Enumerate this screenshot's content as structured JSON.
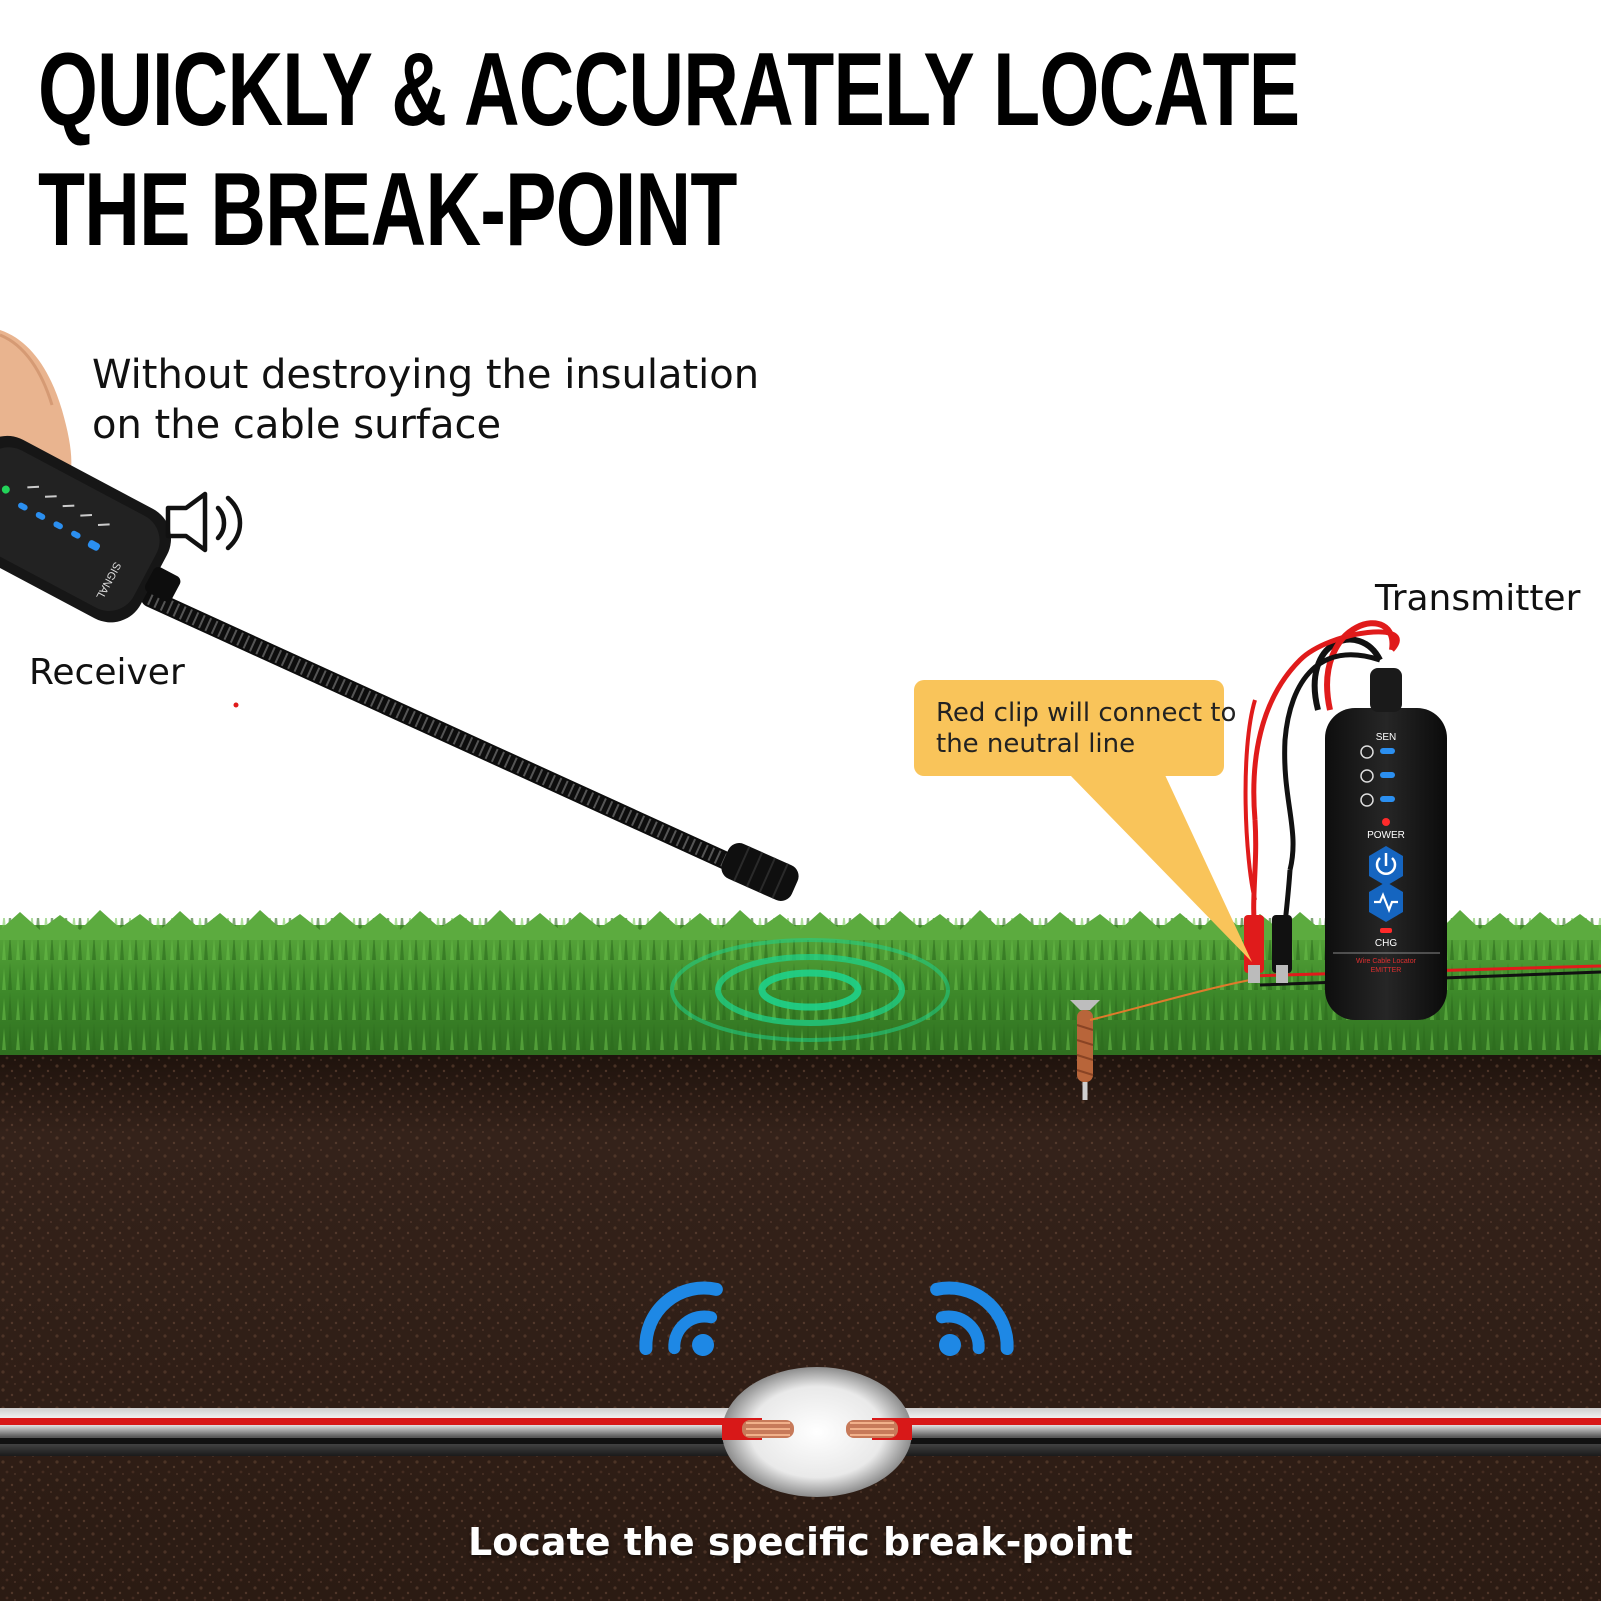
{
  "headline": {
    "line1": "QUICKLY & ACCURATELY LOCATE",
    "line2": "THE BREAK-POINT"
  },
  "subtext": {
    "line1": "Without destroying the insulation",
    "line2": "on the cable surface"
  },
  "labels": {
    "receiver": "Receiver",
    "transmitter": "Transmitter"
  },
  "callout": {
    "line1": "Red clip will connect to",
    "line2": "the neutral line"
  },
  "receiver_device": {
    "signal_label": "SIGNAL"
  },
  "transmitter_device": {
    "sen_label": "SEN",
    "power_label": "POWER",
    "chg_label": "CHG",
    "brand_line1": "Wire Cable Locator",
    "brand_line2": "EMITTER"
  },
  "bottom_caption": "Locate the specific break-point",
  "colors": {
    "grass": "#3f8a2c",
    "soil": "#2f1d15",
    "callout": "#f9c45a",
    "wire_red": "#d81818",
    "signal_blue": "#1e88e5",
    "button_blue": "#1565c0",
    "pulse_green": "#1fd18a"
  },
  "icons": [
    "speaker-icon",
    "wifi-signal-icon",
    "power-icon",
    "wave-icon",
    "ground-screw-icon"
  ]
}
